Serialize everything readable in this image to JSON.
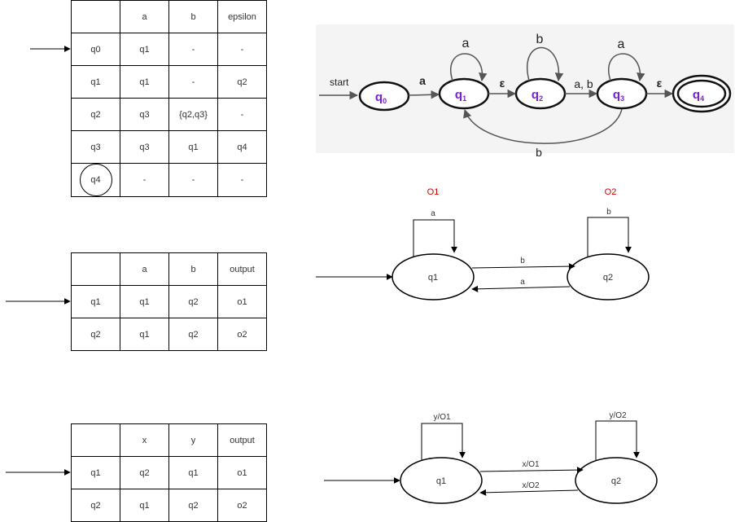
{
  "table1": {
    "headers": [
      "",
      "a",
      "b",
      "epsilon"
    ],
    "rows": [
      [
        "q0",
        "q1",
        "-",
        "-"
      ],
      [
        "q1",
        "q1",
        "-",
        "q2"
      ],
      [
        "q2",
        "q3",
        "{q2,q3}",
        "-"
      ],
      [
        "q3",
        "q3",
        "q1",
        "q4"
      ],
      [
        "q4",
        "-",
        "-",
        "-"
      ]
    ]
  },
  "table2": {
    "headers": [
      "",
      "a",
      "b",
      "output"
    ],
    "rows": [
      [
        "q1",
        "q1",
        "q2",
        "o1"
      ],
      [
        "q2",
        "q1",
        "q2",
        "o2"
      ]
    ]
  },
  "table3": {
    "headers": [
      "",
      "x",
      "y",
      "output"
    ],
    "rows": [
      [
        "q1",
        "q2",
        "q1",
        "o1"
      ],
      [
        "q2",
        "q1",
        "q2",
        "o2"
      ]
    ]
  },
  "nfa": {
    "start_label": "start",
    "states": [
      "q",
      "q",
      "q",
      "q",
      "q"
    ],
    "subscripts": [
      "0",
      "1",
      "2",
      "3",
      "4"
    ],
    "labels": {
      "q0_q1": "a",
      "q1_loop": "a",
      "q1_q2": "ε",
      "q2_loop": "b",
      "q2_q3": "a, b",
      "q3_loop": "a",
      "q3_q4": "ε",
      "q3_q1": "b"
    },
    "colors": {
      "state_text": "#7a1fd6"
    }
  },
  "moore": {
    "output_labels": [
      "O1",
      "O2"
    ],
    "states": [
      "q1",
      "q2"
    ],
    "labels": {
      "q1_loop": "a",
      "q2_loop": "b",
      "q1_q2": "b",
      "q2_q1": "a"
    },
    "colors": {
      "output": "#cc0000"
    }
  },
  "mealy": {
    "states": [
      "q1",
      "q2"
    ],
    "labels": {
      "q1_loop": "y/O1",
      "q2_loop": "y/O2",
      "q1_q2": "x/O1",
      "q2_q1": "x/O2"
    }
  }
}
